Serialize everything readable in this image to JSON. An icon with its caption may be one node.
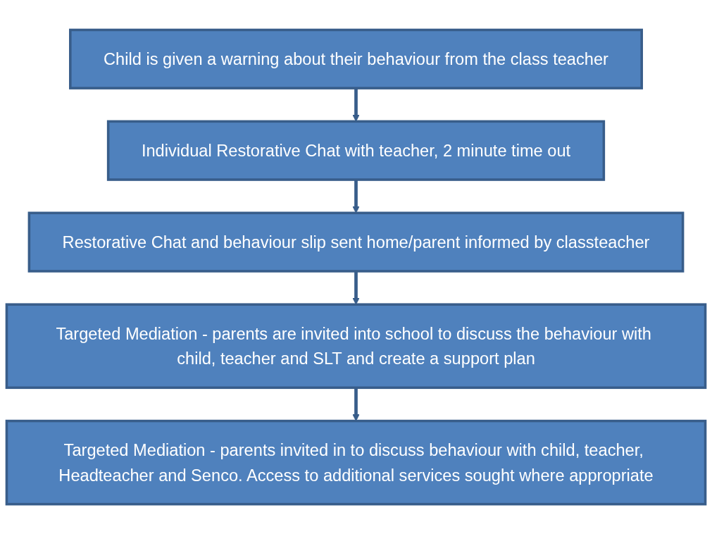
{
  "diagram": {
    "nodes": [
      {
        "text": [
          "Child is given a warning about their behaviour from the class teacher"
        ]
      },
      {
        "text": [
          "Individual Restorative Chat with teacher, 2 minute time out"
        ]
      },
      {
        "text": [
          "Restorative Chat and behaviour slip sent home/parent informed by classteacher"
        ]
      },
      {
        "text": [
          "Targeted Mediation - parents are invited into school to discuss the behaviour with child, teacher and SLT and create a support plan"
        ]
      },
      {
        "text": [
          "Targeted Mediation - parents invited in to discuss behaviour with child, teacher, Headteacher and Senco. Access to additional services sought where appropriate"
        ]
      }
    ],
    "edges": [
      {
        "from": 0,
        "to": 1,
        "arrow": "to"
      },
      {
        "from": 1,
        "to": 2,
        "arrow": "to"
      },
      {
        "from": 2,
        "to": 3,
        "arrow": "to"
      },
      {
        "from": 3,
        "to": 4,
        "arrow": "to"
      }
    ]
  }
}
